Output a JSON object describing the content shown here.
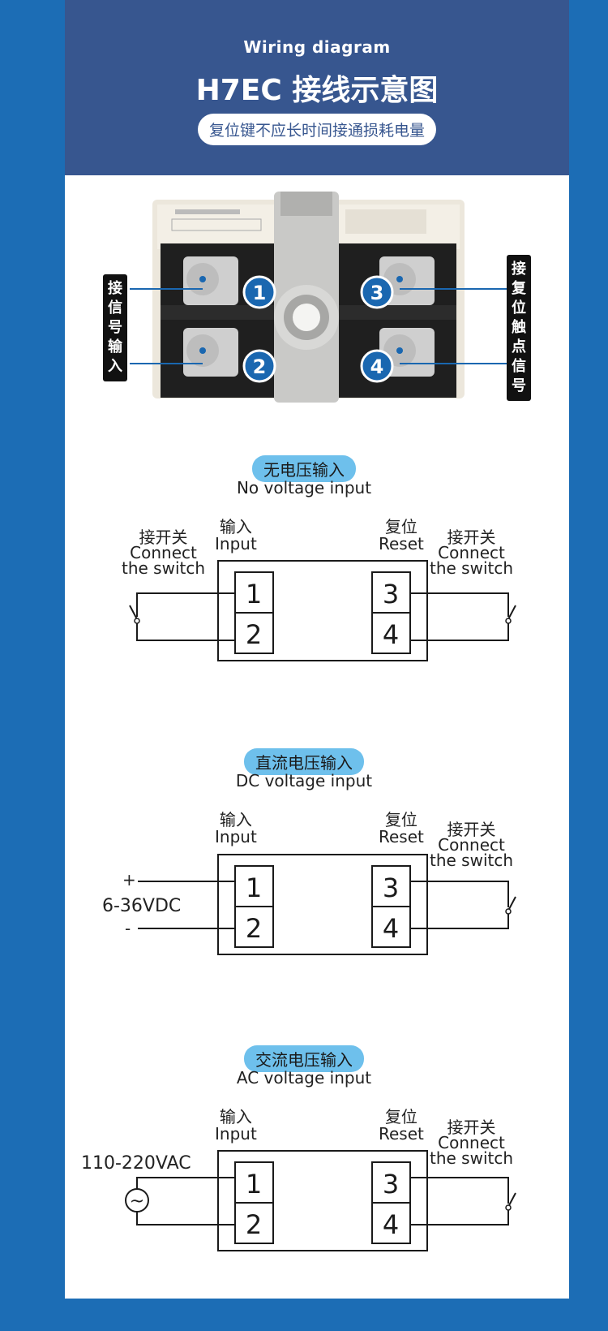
{
  "header": {
    "subtitle_en": "Wiring diagram",
    "title": "H7EC 接线示意图",
    "notice": "复位键不应长时间接通损耗电量"
  },
  "photo": {
    "left_label": [
      "接",
      "信",
      "号",
      "输",
      "入"
    ],
    "right_label": [
      "接",
      "复",
      "位",
      "触",
      "点",
      "信",
      "号"
    ],
    "terminals": [
      "1",
      "2",
      "3",
      "4"
    ],
    "badge_color": "#1a67b0"
  },
  "sections": [
    {
      "title_cn": "无电压输入",
      "title_en": "No voltage input",
      "input_cn": "输入",
      "input_en": "Input",
      "reset_cn": "复位",
      "reset_en": "Reset",
      "left_source": {
        "cn": "接开关",
        "en1": "Connect",
        "en2": "the switch"
      },
      "right_source": {
        "cn": "接开关",
        "en1": "Connect",
        "en2": "the switch"
      },
      "terminals": [
        "1",
        "2",
        "3",
        "4"
      ]
    },
    {
      "title_cn": "直流电压输入",
      "title_en": "DC voltage input",
      "input_cn": "输入",
      "input_en": "Input",
      "reset_cn": "复位",
      "reset_en": "Reset",
      "left_source": {
        "plus": "+",
        "minus": "-",
        "voltage": "6-36VDC"
      },
      "right_source": {
        "cn": "接开关",
        "en1": "Connect",
        "en2": "the switch"
      },
      "terminals": [
        "1",
        "2",
        "3",
        "4"
      ]
    },
    {
      "title_cn": "交流电压输入",
      "title_en": "AC voltage input",
      "input_cn": "输入",
      "input_en": "Input",
      "reset_cn": "复位",
      "reset_en": "Reset",
      "left_source": {
        "voltage": "110-220VAC",
        "symbol": "~"
      },
      "right_source": {
        "cn": "接开关",
        "en1": "Connect",
        "en2": "the switch"
      },
      "terminals": [
        "1",
        "2",
        "3",
        "4"
      ]
    }
  ],
  "colors": {
    "outer_bg": "#1c6db5",
    "header_bg": "#37568f",
    "pill_bg": "#6ec0ec",
    "line": "#1a1a1a"
  }
}
